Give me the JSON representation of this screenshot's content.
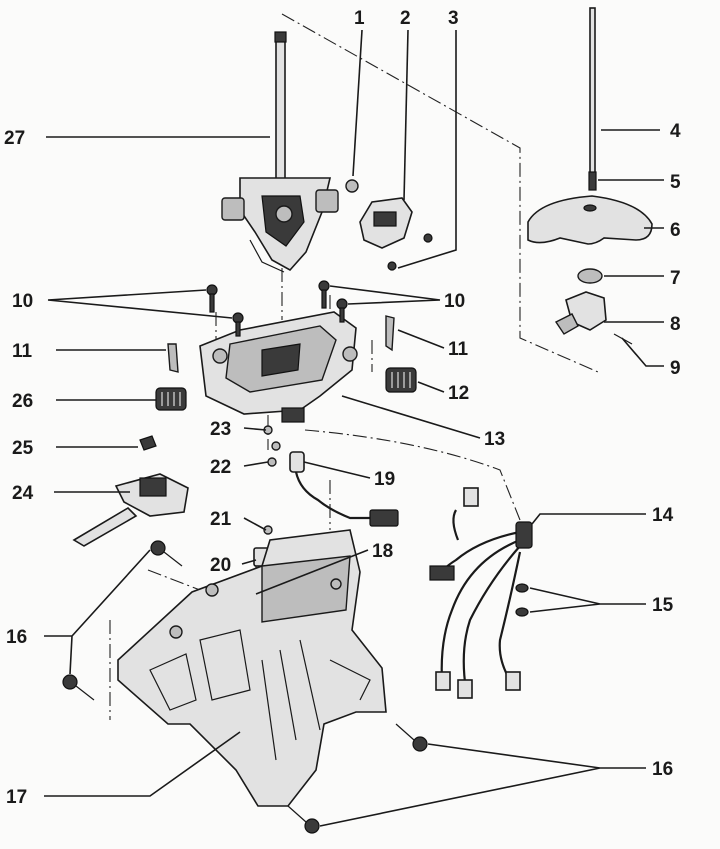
{
  "callouts": [
    {
      "id": "c1",
      "text": "1"
    },
    {
      "id": "c2",
      "text": "2"
    },
    {
      "id": "c3",
      "text": "3"
    },
    {
      "id": "c4",
      "text": "4"
    },
    {
      "id": "c5",
      "text": "5"
    },
    {
      "id": "c6",
      "text": "6"
    },
    {
      "id": "c7",
      "text": "7"
    },
    {
      "id": "c8",
      "text": "8"
    },
    {
      "id": "c9",
      "text": "9"
    },
    {
      "id": "c10a",
      "text": "10"
    },
    {
      "id": "c10b",
      "text": "10"
    },
    {
      "id": "c11a",
      "text": "11"
    },
    {
      "id": "c11b",
      "text": "11"
    },
    {
      "id": "c12",
      "text": "12"
    },
    {
      "id": "c13",
      "text": "13"
    },
    {
      "id": "c14",
      "text": "14"
    },
    {
      "id": "c15",
      "text": "15"
    },
    {
      "id": "c16a",
      "text": "16"
    },
    {
      "id": "c16b",
      "text": "16"
    },
    {
      "id": "c17",
      "text": "17"
    },
    {
      "id": "c18",
      "text": "18"
    },
    {
      "id": "c19",
      "text": "19"
    },
    {
      "id": "c20",
      "text": "20"
    },
    {
      "id": "c21",
      "text": "21"
    },
    {
      "id": "c22",
      "text": "22"
    },
    {
      "id": "c23",
      "text": "23"
    },
    {
      "id": "c24",
      "text": "24"
    },
    {
      "id": "c25",
      "text": "25"
    },
    {
      "id": "c26",
      "text": "26"
    },
    {
      "id": "c27",
      "text": "27"
    }
  ]
}
